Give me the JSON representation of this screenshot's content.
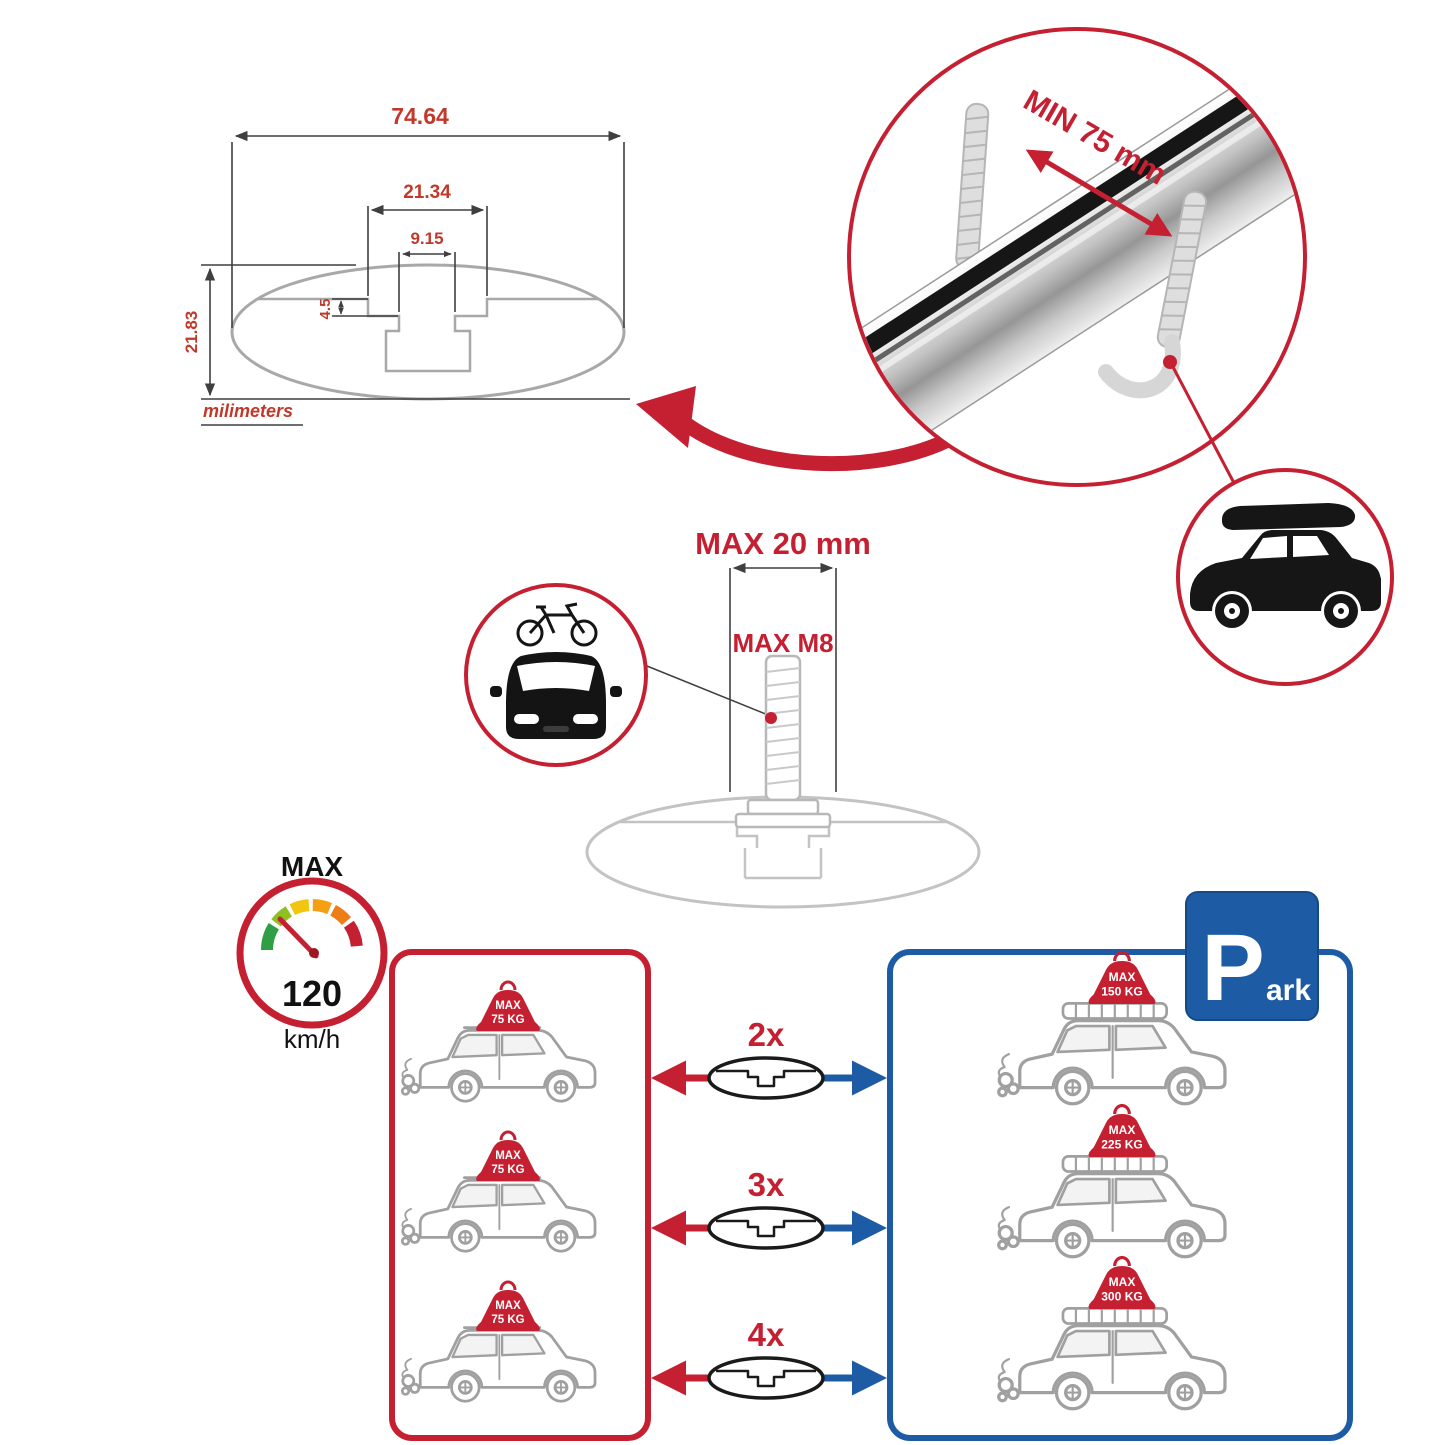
{
  "cross_section": {
    "total_width": "74.64",
    "channel_outer_width": "21.34",
    "channel_inner_width": "9.15",
    "channel_depth": "4.5",
    "total_height": "21.83",
    "unit_label": "milimeters"
  },
  "bar_detail": {
    "min_label": "MIN 75 mm"
  },
  "bolt_detail": {
    "max_length_label": "MAX 20 mm",
    "max_thread_label": "MAX M8"
  },
  "speed_limit": {
    "title": "MAX",
    "value": "120",
    "unit": "km/h"
  },
  "dynamic_panel": {
    "cars": [
      {
        "badge_line1": "MAX",
        "badge_line2": "75 KG"
      },
      {
        "badge_line1": "MAX",
        "badge_line2": "75 KG"
      },
      {
        "badge_line1": "MAX",
        "badge_line2": "75 KG"
      }
    ]
  },
  "crossbar_options": {
    "rows": [
      {
        "count": "2x"
      },
      {
        "count": "3x"
      },
      {
        "count": "4x"
      }
    ]
  },
  "static_panel": {
    "park_letter": "P",
    "park_suffix": "ark",
    "cars": [
      {
        "badge_line1": "MAX",
        "badge_line2": "150 KG"
      },
      {
        "badge_line1": "MAX",
        "badge_line2": "225 KG"
      },
      {
        "badge_line1": "MAX",
        "badge_line2": "300 KG"
      }
    ]
  },
  "colors": {
    "red": "#c52032",
    "blue": "#1d5ca5",
    "sketch_gray": "#a0a0a0"
  }
}
